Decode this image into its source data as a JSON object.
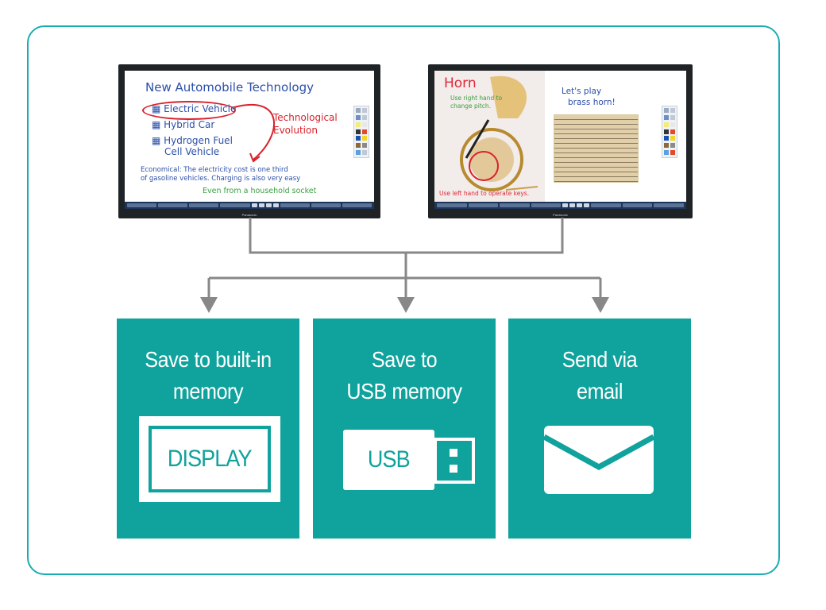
{
  "colors": {
    "frame": "#1aacb5",
    "tile": "#10a29c",
    "connector": "#888888",
    "ink_blue": "#2b4fa8",
    "ink_red": "#d9202a",
    "ink_green": "#3aa040"
  },
  "displays": [
    {
      "brand": "Panasonic",
      "title": "New Automobile Technology",
      "items": [
        "Electric Vehicle",
        "Hybrid Car",
        "Hydrogen Fuel",
        "Cell Vehicle"
      ],
      "annotation": "Technological",
      "annotation2": "Evolution",
      "note_line1": "Economical: The electricity cost is one third",
      "note_line2": "of gasoline vehicles. Charging is also very easy",
      "note_green": "Even from a household socket"
    },
    {
      "brand": "Panasonic",
      "title": "Horn",
      "note_top1": "Use right hand to",
      "note_top2": "change pitch.",
      "note_bottom": "Use left hand to operate keys.",
      "side_line1": "Let's play",
      "side_line2": "brass horn!"
    }
  ],
  "destinations": [
    {
      "label_line1": "Save to built-in",
      "label_line2": "memory",
      "icon": "display-icon",
      "icon_text": "DISPLAY"
    },
    {
      "label_line1": "Save to",
      "label_line2": "USB memory",
      "icon": "usb-icon",
      "icon_text": "USB"
    },
    {
      "label_line1": "Send via",
      "label_line2": "email",
      "icon": "envelope-icon"
    }
  ]
}
